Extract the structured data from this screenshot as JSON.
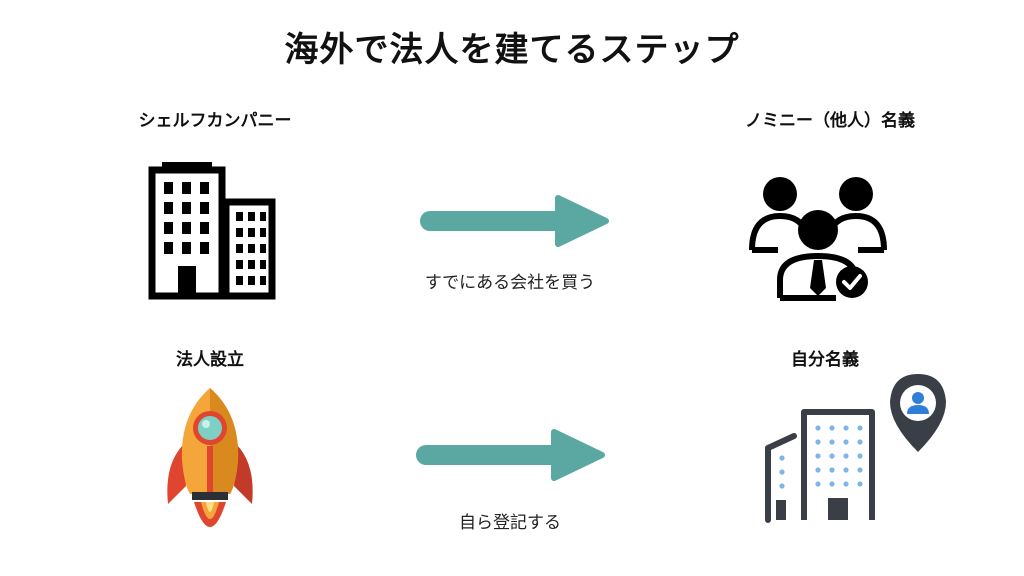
{
  "title": "海外で法人を建てるステップ",
  "rows": [
    {
      "left_label": "シェルフカンパニー",
      "right_label": "ノミニー（他人）名義",
      "arrow_caption": "すでにある会社を買う"
    },
    {
      "left_label": "法人設立",
      "right_label": "自分名義",
      "arrow_caption": "自ら登記する"
    }
  ],
  "colors": {
    "arrow": "#5ba8a3",
    "text": "#111111",
    "rocket_orange": "#f4a63a",
    "rocket_red": "#e0452f",
    "building_outline": "#3a3f47",
    "pin_dark": "#3a3f47",
    "window_blue": "#7fb6e6"
  },
  "icons": [
    "office-buildings-icon",
    "group-users-verified-icon",
    "rocket-icon",
    "building-location-pin-icon"
  ]
}
